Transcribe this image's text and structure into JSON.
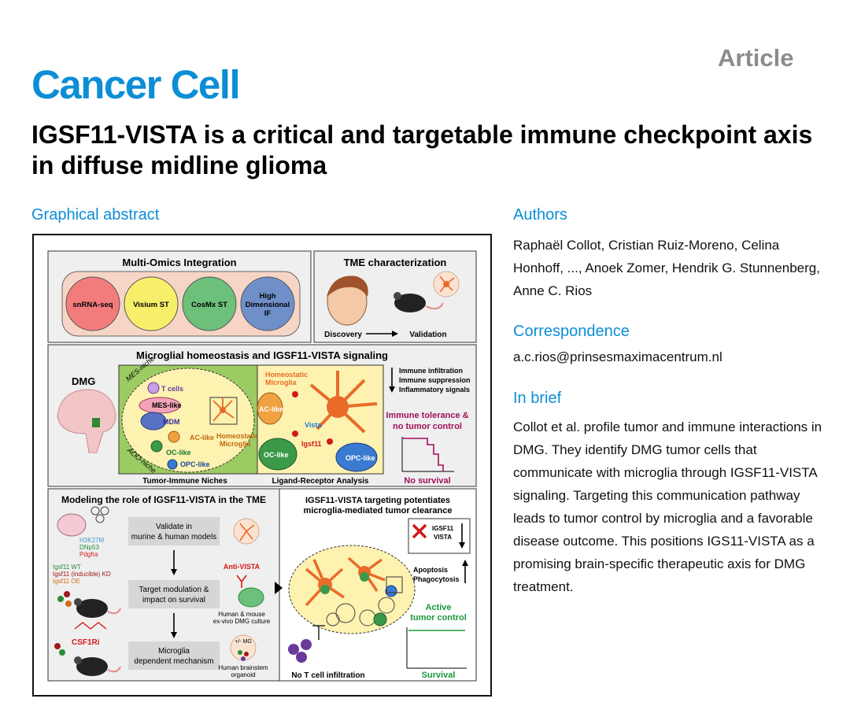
{
  "header": {
    "article_type": "Article",
    "journal": "Cancer Cell",
    "title": "IGSF11-VISTA is a critical and targetable immune checkpoint axis in diffuse midline glioma"
  },
  "sections": {
    "graphical_abstract": "Graphical abstract",
    "authors_heading": "Authors",
    "correspondence_heading": "Correspondence",
    "in_brief_heading": "In brief"
  },
  "authors": "Raphaël Collot, Cristian Ruiz-Moreno, Celina Honhoff, ..., Anoek Zomer, Hendrik G. Stunnenberg, Anne C. Rios",
  "correspondence": "a.c.rios@prinsesmaximacentrum.nl",
  "in_brief": "Collot et al. profile tumor and immune interactions in DMG. They identify DMG tumor cells that communicate with microglia through IGSF11-VISTA signaling. Targeting this communication pathway leads to tumor control by microglia and a favorable disease outcome. This positions IGS11-VISTA as a promising brain-specific therapeutic axis for DMG treatment.",
  "abstract": {
    "omics": {
      "title": "Multi-Omics Integration",
      "items": [
        {
          "label": "snRNA-seq",
          "color": "#f27c7c"
        },
        {
          "label": "Visium ST",
          "color": "#f7ef6a"
        },
        {
          "label": "CosMx ST",
          "color": "#6cc07a"
        },
        {
          "label_lines": [
            "High",
            "Dimensional",
            "IF"
          ],
          "color": "#6f8fc9"
        }
      ]
    },
    "tme": {
      "title": "TME characterization",
      "discovery": "Discovery",
      "validation": "Validation"
    },
    "microglial": {
      "title": "Microglial homeostasis and IGSF11-VISTA signaling",
      "dmg": "DMG",
      "mes_niche": "MES-niche",
      "aoo_niche": "AOO-niche",
      "t_cells": "T cells",
      "mes_like": "MES-like",
      "mdm": "MDM",
      "ac_like": "AC-like",
      "oc_like": "OC-like",
      "opc_like": "OPC-like",
      "homeostatic_lines": [
        "Homeostatic",
        "Microglia"
      ],
      "niches_caption": "Tumor-Immune Niches",
      "lr_caption": "Ligand-Receptor Analysis",
      "vista": "Vista",
      "igsf11": "Igsf11",
      "effects": [
        "Immune infiltration",
        "Immune suppression",
        "Inflammatory signals"
      ],
      "tolerance_lines": [
        "Immune tolerance &",
        "no tumor control"
      ],
      "no_survival": "No survival"
    },
    "modeling": {
      "title": "Modeling the role of IGSF11-VISTA in the TME",
      "h3k27m": "H3K27M",
      "dnp53": "DNp53",
      "pdgfra": "Pdgfra",
      "igsf11_wt": "Igsf11 WT",
      "igsf11_kd": "Igsf11 (inducible) KD",
      "igsf11_oe": "Igsf11 OE",
      "csf1ri": "CSF1Ri",
      "step1_lines": [
        "Validate in",
        "murine & human models"
      ],
      "step2_lines": [
        "Target modulation &",
        "impact on survival"
      ],
      "step3_lines": [
        "Microglia",
        "dependent mechanism"
      ],
      "anti_vista": "Anti-VISTA",
      "culture_lines": [
        "Human & mouse",
        "ex-vivo DMG culture"
      ],
      "mg": "+/- MG",
      "organoid_lines": [
        "Human brainstem",
        "organoid"
      ]
    },
    "targeting": {
      "title_lines": [
        "IGSF11-VISTA targeting potentiates",
        "microglia-mediated tumor clearance"
      ],
      "igsf11": "IGSF11",
      "vista": "VISTA",
      "apoptosis": "Apoptosis",
      "phagocytosis": "Phagocytosis",
      "active_lines": [
        "Active",
        "tumor control"
      ],
      "no_t_cell": "No T cell infiltration",
      "survival": "Survival"
    }
  }
}
